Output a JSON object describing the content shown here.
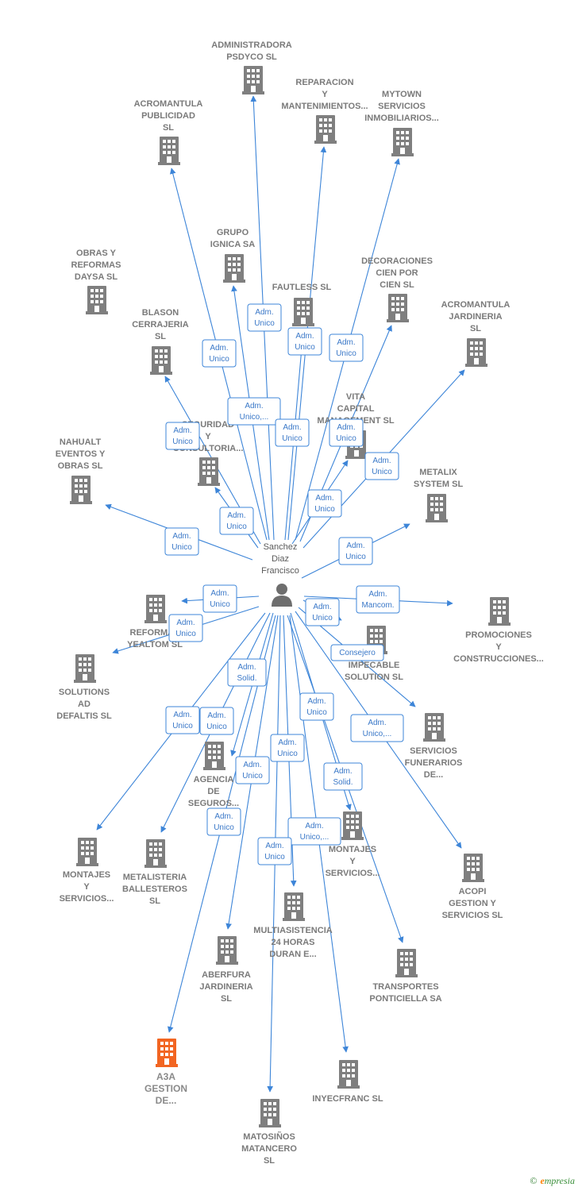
{
  "center": {
    "label": [
      "Sanchez",
      "Diaz",
      "Francisco"
    ],
    "icon": "person-icon"
  },
  "colors": {
    "edge": "#3d85d8",
    "building": "#7f7f7f",
    "highlight": "#f26522"
  },
  "nodes": [
    {
      "id": "n1",
      "label": [
        "ADMINISTRADORA",
        "PSDYCO  SL"
      ],
      "icon": "building-icon"
    },
    {
      "id": "n2",
      "label": [
        "REPARACION",
        "Y",
        "MANTENIMIENTOS..."
      ],
      "icon": "building-icon"
    },
    {
      "id": "n3",
      "label": [
        "MYTOWN",
        "SERVICIOS",
        "INMOBILIARIOS..."
      ],
      "icon": "building-icon"
    },
    {
      "id": "n4",
      "label": [
        "ACROMANTULA",
        "PUBLICIDAD",
        "SL"
      ],
      "icon": "building-icon"
    },
    {
      "id": "n5",
      "label": [
        "GRUPO",
        "IGNICA SA"
      ],
      "icon": "building-icon"
    },
    {
      "id": "n6",
      "label": [
        "FAUTLESS  SL"
      ],
      "icon": "building-icon"
    },
    {
      "id": "n7",
      "label": [
        "DECORACIONES",
        "CIEN POR",
        "CIEN  SL"
      ],
      "icon": "building-icon"
    },
    {
      "id": "n8",
      "label": [
        "OBRAS Y",
        "REFORMAS",
        "DAYSA  SL"
      ],
      "icon": "building-icon"
    },
    {
      "id": "n9",
      "label": [
        "BLASON",
        "CERRAJERIA",
        "SL"
      ],
      "icon": "building-icon"
    },
    {
      "id": "n10",
      "label": [
        "ACROMANTULA",
        "JARDINERIA",
        "SL"
      ],
      "icon": "building-icon"
    },
    {
      "id": "n11",
      "label": [
        "VITA",
        "CAPITAL",
        "MANAGEMENT SL"
      ],
      "icon": "building-icon"
    },
    {
      "id": "n12",
      "label": [
        "SEGURIDAD",
        "Y",
        "CONSULTORIA..."
      ],
      "icon": "building-icon"
    },
    {
      "id": "n13",
      "label": [
        "NAHUALT",
        "EVENTOS Y",
        "OBRAS  SL"
      ],
      "icon": "building-icon"
    },
    {
      "id": "n14",
      "label": [
        "METALIX",
        "SYSTEM  SL"
      ],
      "icon": "building-icon"
    },
    {
      "id": "n15",
      "label": [
        "REFORMAS",
        "YEALTOM  SL"
      ],
      "icon": "building-icon"
    },
    {
      "id": "n16",
      "label": [
        "PROMOCIONES",
        "Y",
        "CONSTRUCCIONES..."
      ],
      "icon": "building-icon"
    },
    {
      "id": "n17",
      "label": [
        "IMPECABLE",
        "SOLUTION  SL"
      ],
      "icon": "building-icon"
    },
    {
      "id": "n18",
      "label": [
        "SOLUTIONS",
        "AD",
        "DEFALTIS  SL"
      ],
      "icon": "building-icon"
    },
    {
      "id": "n19",
      "label": [
        "SERVICIOS",
        "FUNERARIOS",
        "DE..."
      ],
      "icon": "building-icon"
    },
    {
      "id": "n20",
      "label": [
        "AGENCIA",
        "DE",
        "SEGUROS..."
      ],
      "icon": "building-icon"
    },
    {
      "id": "n21",
      "label": [
        "MONTAJES",
        "Y",
        "SERVICIOS..."
      ],
      "icon": "building-icon"
    },
    {
      "id": "n22",
      "label": [
        "MONTAJES",
        "Y",
        "SERVICIOS..."
      ],
      "icon": "building-icon"
    },
    {
      "id": "n23",
      "label": [
        "METALISTERIA",
        "BALLESTEROS",
        "SL"
      ],
      "icon": "building-icon"
    },
    {
      "id": "n24",
      "label": [
        "ACOPI",
        "GESTION Y",
        "SERVICIOS  SL"
      ],
      "icon": "building-icon"
    },
    {
      "id": "n25",
      "label": [
        "MULTIASISTENCIA",
        "24 HORAS",
        "DURAN E..."
      ],
      "icon": "building-icon"
    },
    {
      "id": "n26",
      "label": [
        "ABERFURA",
        "JARDINERIA",
        "SL"
      ],
      "icon": "building-icon"
    },
    {
      "id": "n27",
      "label": [
        "TRANSPORTES",
        "PONTICIELLA SA"
      ],
      "icon": "building-icon"
    },
    {
      "id": "n28",
      "label": [
        "A3A",
        "GESTION",
        "DE..."
      ],
      "icon": "building-icon",
      "highlight": true
    },
    {
      "id": "n29",
      "label": [
        "INYECFRANC SL"
      ],
      "icon": "building-icon"
    },
    {
      "id": "n30",
      "label": [
        "MATOSIÑOS",
        "MATANCERO",
        "SL"
      ],
      "icon": "building-icon"
    }
  ],
  "edges": [
    {
      "to": "n1",
      "label": [
        "Adm.",
        "Unico"
      ]
    },
    {
      "to": "n2",
      "label": [
        "Adm.",
        "Unico"
      ]
    },
    {
      "to": "n3",
      "label": [
        "Adm.",
        "Unico"
      ]
    },
    {
      "to": "n4",
      "label": [
        "Adm.",
        "Unico"
      ]
    },
    {
      "to": "n5",
      "label": [
        "Adm.",
        "Unico,..."
      ]
    },
    {
      "to": "n6",
      "label": [
        "Adm.",
        "Unico"
      ]
    },
    {
      "to": "n7",
      "label": [
        "Adm.",
        "Unico"
      ]
    },
    {
      "to": "n9",
      "label": [
        "Adm.",
        "Unico"
      ]
    },
    {
      "to": "n10",
      "label": [
        "Adm.",
        "Unico"
      ]
    },
    {
      "to": "n11",
      "label": [
        "Adm.",
        "Unico"
      ]
    },
    {
      "to": "n12",
      "label": [
        "Adm.",
        "Unico"
      ]
    },
    {
      "to": "n13",
      "label": [
        "Adm.",
        "Unico"
      ]
    },
    {
      "to": "n14",
      "label": [
        "Adm.",
        "Unico"
      ]
    },
    {
      "to": "n15",
      "label": [
        "Adm.",
        "Unico"
      ]
    },
    {
      "to": "n16",
      "label": [
        "Adm.",
        "Mancom."
      ]
    },
    {
      "to": "n17",
      "label": [
        "Adm.",
        "Unico"
      ]
    },
    {
      "to": "n17b",
      "label": [
        "Consejero"
      ]
    },
    {
      "to": "n18",
      "label": [
        "Adm.",
        "Unico"
      ]
    },
    {
      "to": "n19",
      "label": [
        "Adm.",
        "Unico,..."
      ]
    },
    {
      "to": "n20",
      "label": [
        "Adm.",
        "Solid."
      ]
    },
    {
      "to": "n21",
      "label": [
        "Adm.",
        "Unico"
      ]
    },
    {
      "to": "n22",
      "label": [
        "Adm.",
        "Solid."
      ]
    },
    {
      "to": "n23",
      "label": [
        "Adm.",
        "Unico"
      ]
    },
    {
      "to": "n25",
      "label": [
        "Adm.",
        "Unico"
      ]
    },
    {
      "to": "n26",
      "label": [
        "Adm.",
        "Unico"
      ]
    },
    {
      "to": "n27",
      "label": [
        "Adm.",
        "Unico"
      ]
    },
    {
      "to": "n28",
      "label": [
        "Adm.",
        "Unico"
      ]
    },
    {
      "to": "n29",
      "label": [
        "Adm.",
        "Unico,..."
      ]
    },
    {
      "to": "n30",
      "label": [
        "Adm.",
        "Unico"
      ]
    }
  ],
  "footer": {
    "copyright": "©",
    "brand_first": "e",
    "brand_rest": "mpresia"
  }
}
